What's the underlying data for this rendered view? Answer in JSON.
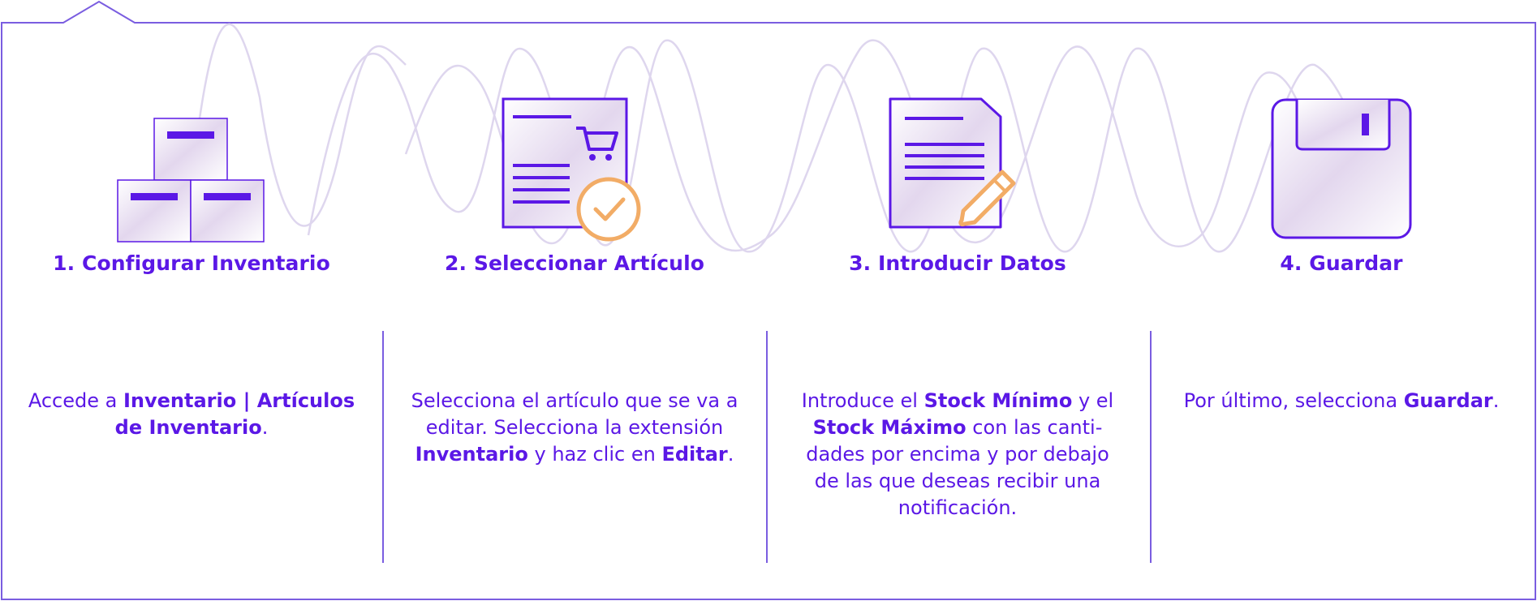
{
  "accent": "#5b18e6",
  "frame_color": "#7a5de0",
  "highlight_color": "#f2ac66",
  "steps": [
    {
      "icon": "boxes-icon",
      "title": "1. Configurar Inventario",
      "desc": [
        {
          "t": "Accede a ",
          "b": false
        },
        {
          "t": "Inventario | Artículos de Inventario",
          "b": true
        },
        {
          "t": ".",
          "b": false
        }
      ]
    },
    {
      "icon": "cart-document-check-icon",
      "title": "2. Seleccionar Artículo",
      "desc": [
        {
          "t": "Selecciona el artículo que se va a editar. Selecciona la extensión ",
          "b": false
        },
        {
          "t": "Inventario",
          "b": true
        },
        {
          "t": " y haz clic en ",
          "b": false
        },
        {
          "t": "Editar",
          "b": true
        },
        {
          "t": ".",
          "b": false
        }
      ]
    },
    {
      "icon": "document-pencil-icon",
      "title": "3. Introducir Datos",
      "desc": [
        {
          "t": "Introduce el ",
          "b": false
        },
        {
          "t": "Stock Mínimo",
          "b": true
        },
        {
          "t": " y el ",
          "b": false
        },
        {
          "t": "Stock Máximo",
          "b": true
        },
        {
          "t": " con las canti-dades por encima y por debajo de las que deseas recibir una notificación.",
          "b": false
        }
      ]
    },
    {
      "icon": "floppy-disk-icon",
      "title": "4. Guardar",
      "desc": [
        {
          "t": "Por último, selecciona ",
          "b": false
        },
        {
          "t": "Guardar",
          "b": true
        },
        {
          "t": ".",
          "b": false
        }
      ]
    }
  ]
}
